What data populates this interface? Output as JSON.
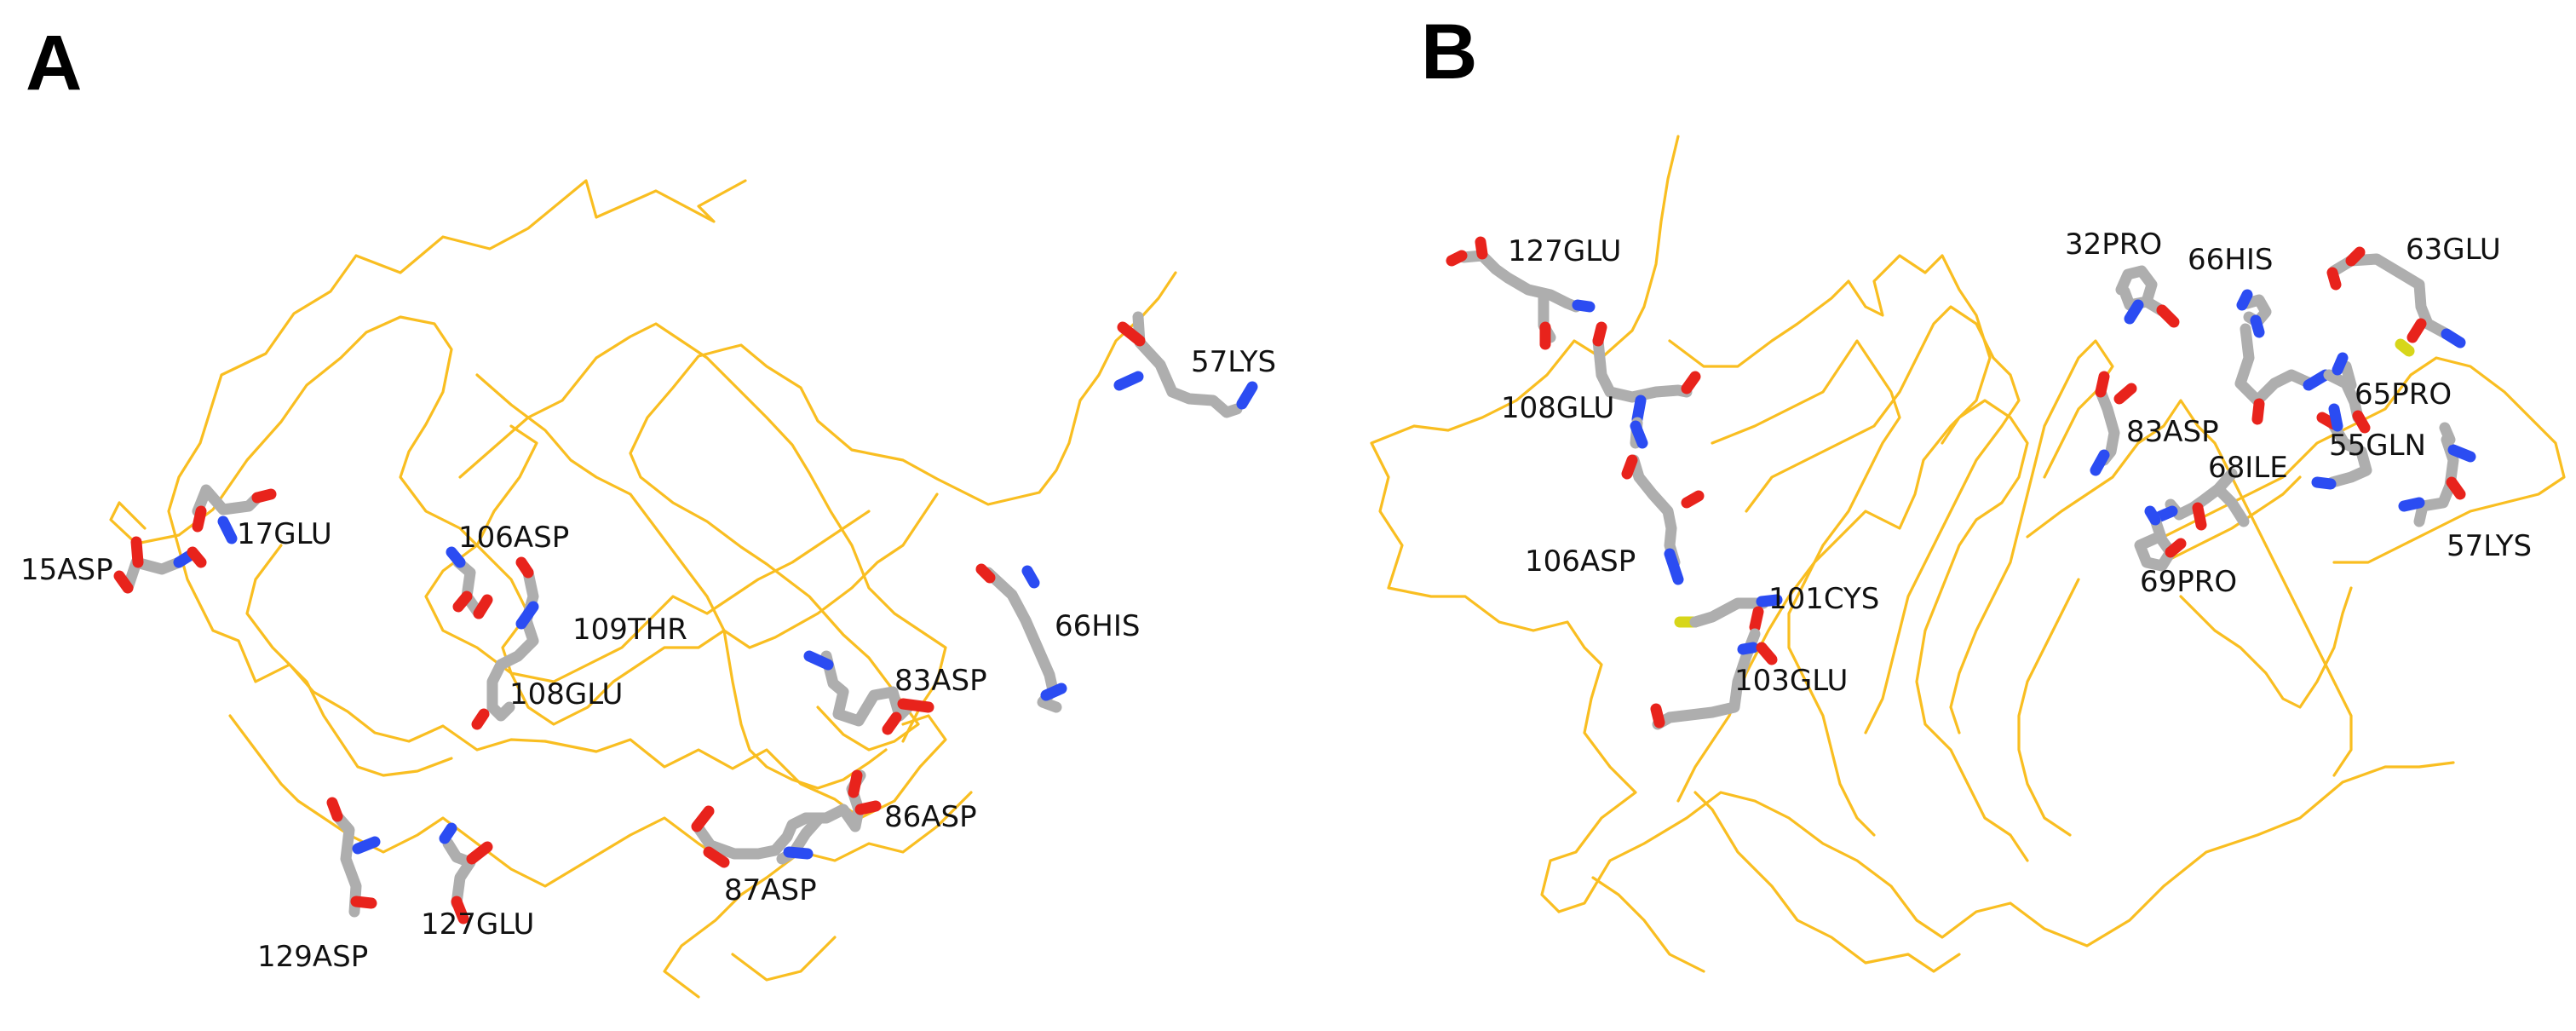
{
  "panels": [
    {
      "letter": "A",
      "residues": [
        {
          "label": "15ASP"
        },
        {
          "label": "17GLU"
        },
        {
          "label": "106ASP"
        },
        {
          "label": "109THR"
        },
        {
          "label": "108GLU"
        },
        {
          "label": "57LYS"
        },
        {
          "label": "66HIS"
        },
        {
          "label": "83ASP"
        },
        {
          "label": "86ASP"
        },
        {
          "label": "87ASP"
        },
        {
          "label": "129ASP"
        },
        {
          "label": "127GLU"
        }
      ]
    },
    {
      "letter": "B",
      "residues": [
        {
          "label": "127GLU"
        },
        {
          "label": "108GLU"
        },
        {
          "label": "106ASP"
        },
        {
          "label": "101CYS"
        },
        {
          "label": "103GLU"
        },
        {
          "label": "32PRO"
        },
        {
          "label": "66HIS"
        },
        {
          "label": "63GLU"
        },
        {
          "label": "83ASP"
        },
        {
          "label": "65PRO"
        },
        {
          "label": "68ILE"
        },
        {
          "label": "55GLN"
        },
        {
          "label": "69PRO"
        },
        {
          "label": "57LYS"
        }
      ]
    }
  ],
  "colors": {
    "backbone": "#F9BE21",
    "carbon": "#AEAEAE",
    "nitrogen": "#2B4CF2",
    "oxygen": "#E8231C",
    "sulfur": "#D7D61A"
  }
}
